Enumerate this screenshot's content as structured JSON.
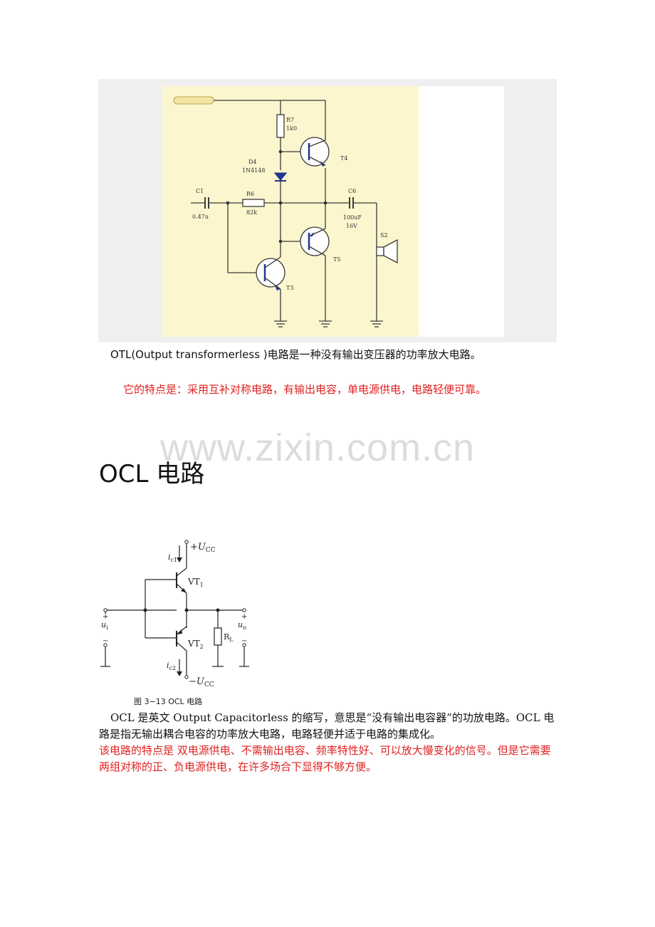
{
  "otl": {
    "labels": {
      "r7": "R7",
      "r7_val": "1k0",
      "d4": "D4",
      "d4_val": "1N4148",
      "c1": "C1",
      "c1_val": "0.47u",
      "r6": "R6",
      "r6_val": "82k",
      "c6": "C6",
      "c6_val": "100uF",
      "c6_volt": "16V",
      "s2": "S2",
      "t4": "T4",
      "t5": "T5",
      "t3": "T3"
    },
    "caption": "OTL(Output transformerless )电路是一种没有输出变压器的功率放大电路。",
    "feature": "它的特点是：采用互补对称电路，有输出电容，单电源供电，电路轻便可靠。"
  },
  "watermark": "www.zixin.com.cn",
  "ocl": {
    "heading": "OCL 电路",
    "figure": {
      "ucc_pos": "+U",
      "ucc_neg": "−U",
      "ucc_sub": "CC",
      "ic1": "i",
      "ic1_sub": "c1",
      "ic2": "i",
      "ic2_sub": "c2",
      "vt1": "VT",
      "vt1_sub": "1",
      "vt2": "VT",
      "vt2_sub": "2",
      "rl": "R",
      "rl_sub": "L",
      "ui": "u",
      "ui_sub": "i",
      "uo": "u",
      "uo_sub": "o",
      "plus": "+",
      "minus": "−",
      "caption": "图 3−13   OCL 电路"
    },
    "description": "OCL 是英文 Output Capacitorless 的缩写，意思是“没有输出电容器”的功放电路。OCL 电路是指无输出耦合电容的功率放大电路，电路轻便并适于电路的集成化。",
    "feature": "该电路的特点是 双电源供电、不需输出电容、频率特性好、可以放大慢变化的信号。但是它需要两组对称的正、负电源供电，在许多场合下显得不够方便。"
  }
}
